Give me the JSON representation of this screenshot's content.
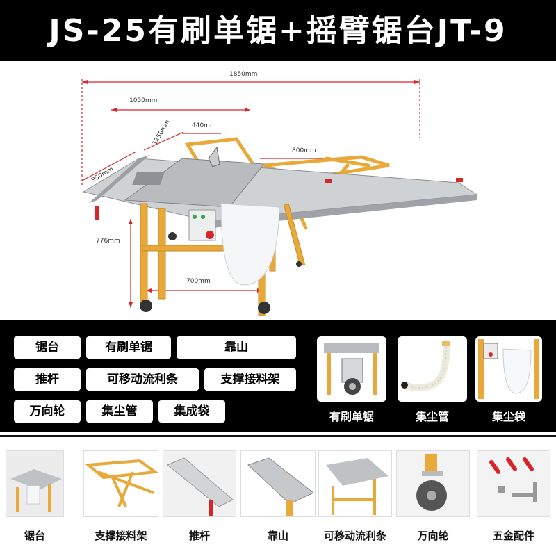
{
  "title": "JS-25有刷单锯+摇臂锯台JT-9",
  "dimensions": {
    "total_length": "1850mm",
    "table_length": "1050mm",
    "blade_width": "440mm",
    "depth_diag": "1250mm",
    "arm_width": "800mm",
    "front_depth": "950mm",
    "height": "776mm",
    "leg_span": "700mm"
  },
  "parts_tags": [
    "锯台",
    "有刷单锯",
    "靠山",
    "推杆",
    "可移动流利条",
    "支撑接料架",
    "万向轮",
    "集尘管",
    "集成袋"
  ],
  "parts_tiles": [
    "有刷单锯",
    "集尘管",
    "集尘袋"
  ],
  "accessories": [
    "锯台",
    "支撑接料架",
    "推杆",
    "靠山",
    "可移动流利条",
    "万向轮",
    "五金配件"
  ],
  "colors": {
    "frame": "#e8a93a",
    "table": "#b9bcbf",
    "band": "#000000",
    "dim_line": "#d7262a"
  }
}
